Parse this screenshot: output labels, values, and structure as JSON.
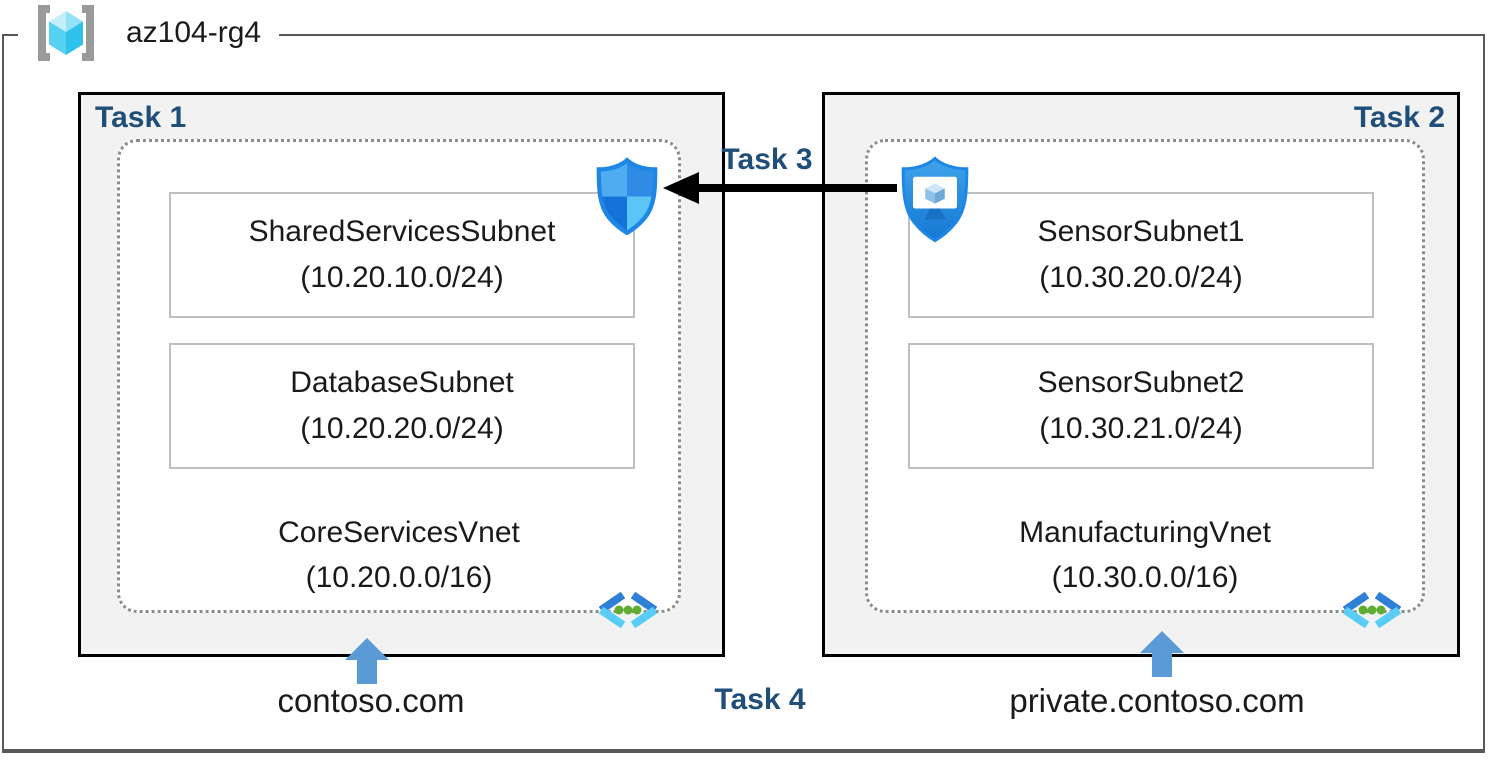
{
  "colors": {
    "navy": "#1F4E79",
    "arrow-blue": "#5B9BD5",
    "box-bg": "#F2F2F2",
    "frame-border": "#595959",
    "dotted-border": "#8C8C8C",
    "subnet-border": "#BFBFBF",
    "text": "#1A1A1A"
  },
  "resource_group": {
    "name": "az104-rg4",
    "icon": "resource-group-icon"
  },
  "task_labels": {
    "task1": "Task 1",
    "task2": "Task 2",
    "task3": "Task 3",
    "task4": "Task 4"
  },
  "vnets": [
    {
      "name": "CoreServicesVnet",
      "cidr": "(10.20.0.0/16)",
      "dns_zone": "contoso.com",
      "subnets": [
        {
          "name": "SharedServicesSubnet",
          "cidr": "(10.20.10.0/24)"
        },
        {
          "name": "DatabaseSubnet",
          "cidr": "(10.20.20.0/24)"
        }
      ]
    },
    {
      "name": "ManufacturingVnet",
      "cidr": "(10.30.0.0/16)",
      "dns_zone": "private.contoso.com",
      "subnets": [
        {
          "name": "SensorSubnet1",
          "cidr": "(10.30.20.0/24)"
        },
        {
          "name": "SensorSubnet2",
          "cidr": "(10.30.21.0/24)"
        }
      ]
    }
  ],
  "icons": {
    "resource_group": "resource-group-icon",
    "network_security": "shield-icon",
    "bastion": "bastion-shield-icon",
    "virtual_network": "virtual-network-icon",
    "dns_pointer": "up-arrow-icon",
    "peering": "left-arrow-icon"
  }
}
